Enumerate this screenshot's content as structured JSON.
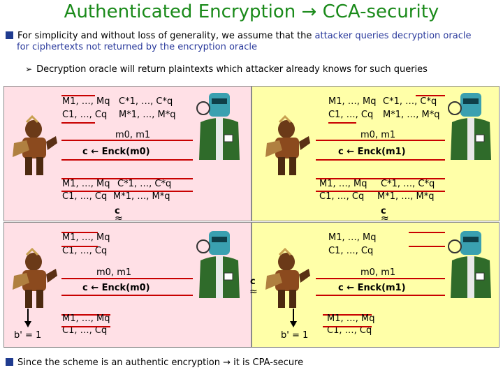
{
  "title": "Authenticated Encryption → CCA-security",
  "bullets": {
    "intro_a": "For simplicity and without loss of generality, we assume that the ",
    "intro_b": "attacker queries decryption oracle",
    "intro_c": "for ciphertexts not returned by the encryption oracle",
    "sub_point": "Decryption oracle will return plaintexts which attacker already knows for such queries",
    "conclusion": "Since the scheme is an authentic encryption → it is CPA-secure"
  },
  "labels": {
    "m_list": "M1, …, Mq",
    "c_list": "C1, …, Cq",
    "cstar_list": "C*1, …, C*q",
    "mstar_list": "M*1, …, M*q",
    "m_pair": "m0, m1",
    "enc0": "c ← Enck(m0)",
    "enc1": "c ← Enck(m1)",
    "c": "c",
    "approx": "≈",
    "bprime": "b' = 1"
  },
  "colors": {
    "title": "#1a8a1a",
    "accent_text": "#2a3a9c",
    "yellow_panel": "#ffffa8",
    "pink_panel": "#ffe0e6",
    "red_line": "#c80000"
  },
  "icons": [
    "attacker-figure-icon",
    "challenger-figure-icon",
    "arrow-down-icon",
    "arrow-left-icon",
    "arrow-right-icon"
  ]
}
